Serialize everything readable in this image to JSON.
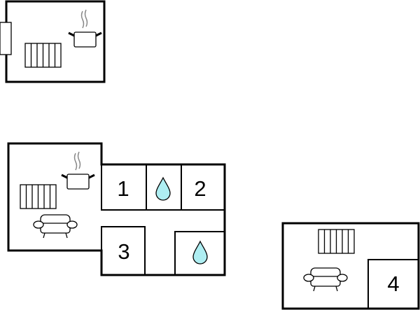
{
  "floorplan": {
    "rooms": [
      {
        "label": "1"
      },
      {
        "label": "2"
      },
      {
        "label": "3"
      },
      {
        "label": "4"
      }
    ],
    "colors": {
      "wall": "#000000",
      "water": "#aeeef2",
      "steam": "#888888"
    }
  }
}
